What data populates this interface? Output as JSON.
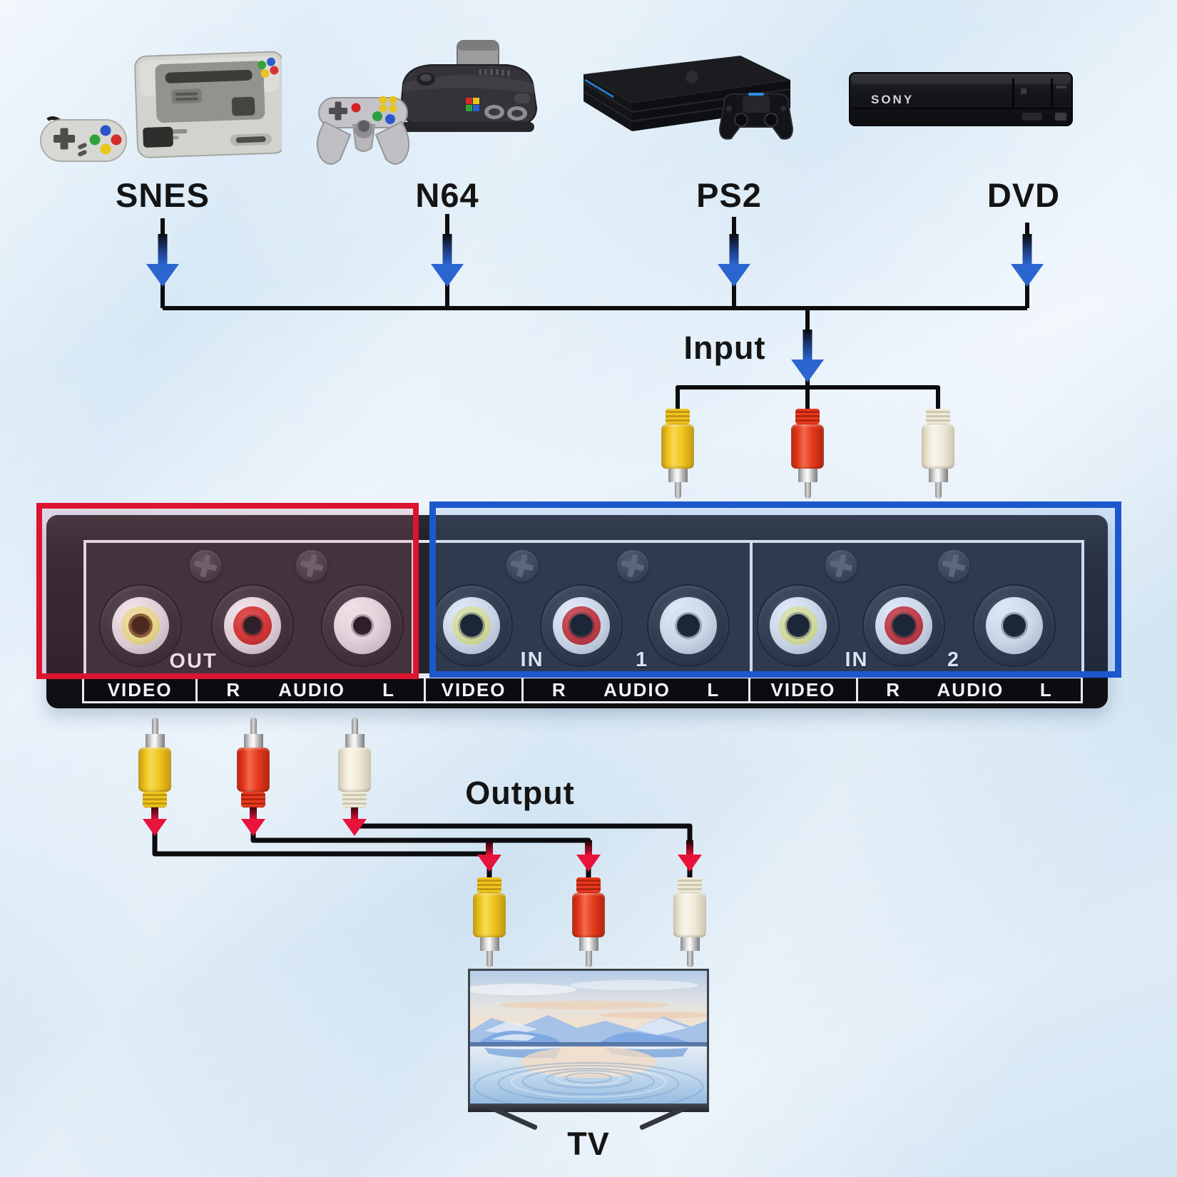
{
  "devices": [
    {
      "name": "snes",
      "label": "SNES"
    },
    {
      "name": "n64",
      "label": "N64"
    },
    {
      "name": "ps2",
      "label": "PS2"
    },
    {
      "name": "dvd",
      "label": "DVD",
      "brand": "SONY"
    }
  ],
  "labels": {
    "input": "Input",
    "output": "Output",
    "tv": "TV"
  },
  "switch_box": {
    "out": {
      "caption": "OUT"
    },
    "in1": {
      "caption": "IN",
      "number": "1"
    },
    "in2": {
      "caption": "IN",
      "number": "2"
    },
    "strip": [
      {
        "video": "VIDEO"
      },
      {
        "r": "R",
        "audio": "AUDIO",
        "l": "L"
      },
      {
        "video": "VIDEO"
      },
      {
        "r": "R",
        "audio": "AUDIO",
        "l": "L"
      },
      {
        "video": "VIDEO"
      },
      {
        "r": "R",
        "audio": "AUDIO",
        "l": "L"
      }
    ],
    "outline_out_color": "#dc1430",
    "outline_in_color": "#1c58cd"
  },
  "connectors": {
    "jack_order": [
      "yellow",
      "red",
      "white"
    ],
    "yellow_color": "#f0c41f",
    "red_color": "#e73a1e",
    "white_color": "#efe9d8",
    "blue_arrow_color": "#2b66d0",
    "red_arrow_color": "#e8123a",
    "wire_color": "#0c0c0e"
  }
}
